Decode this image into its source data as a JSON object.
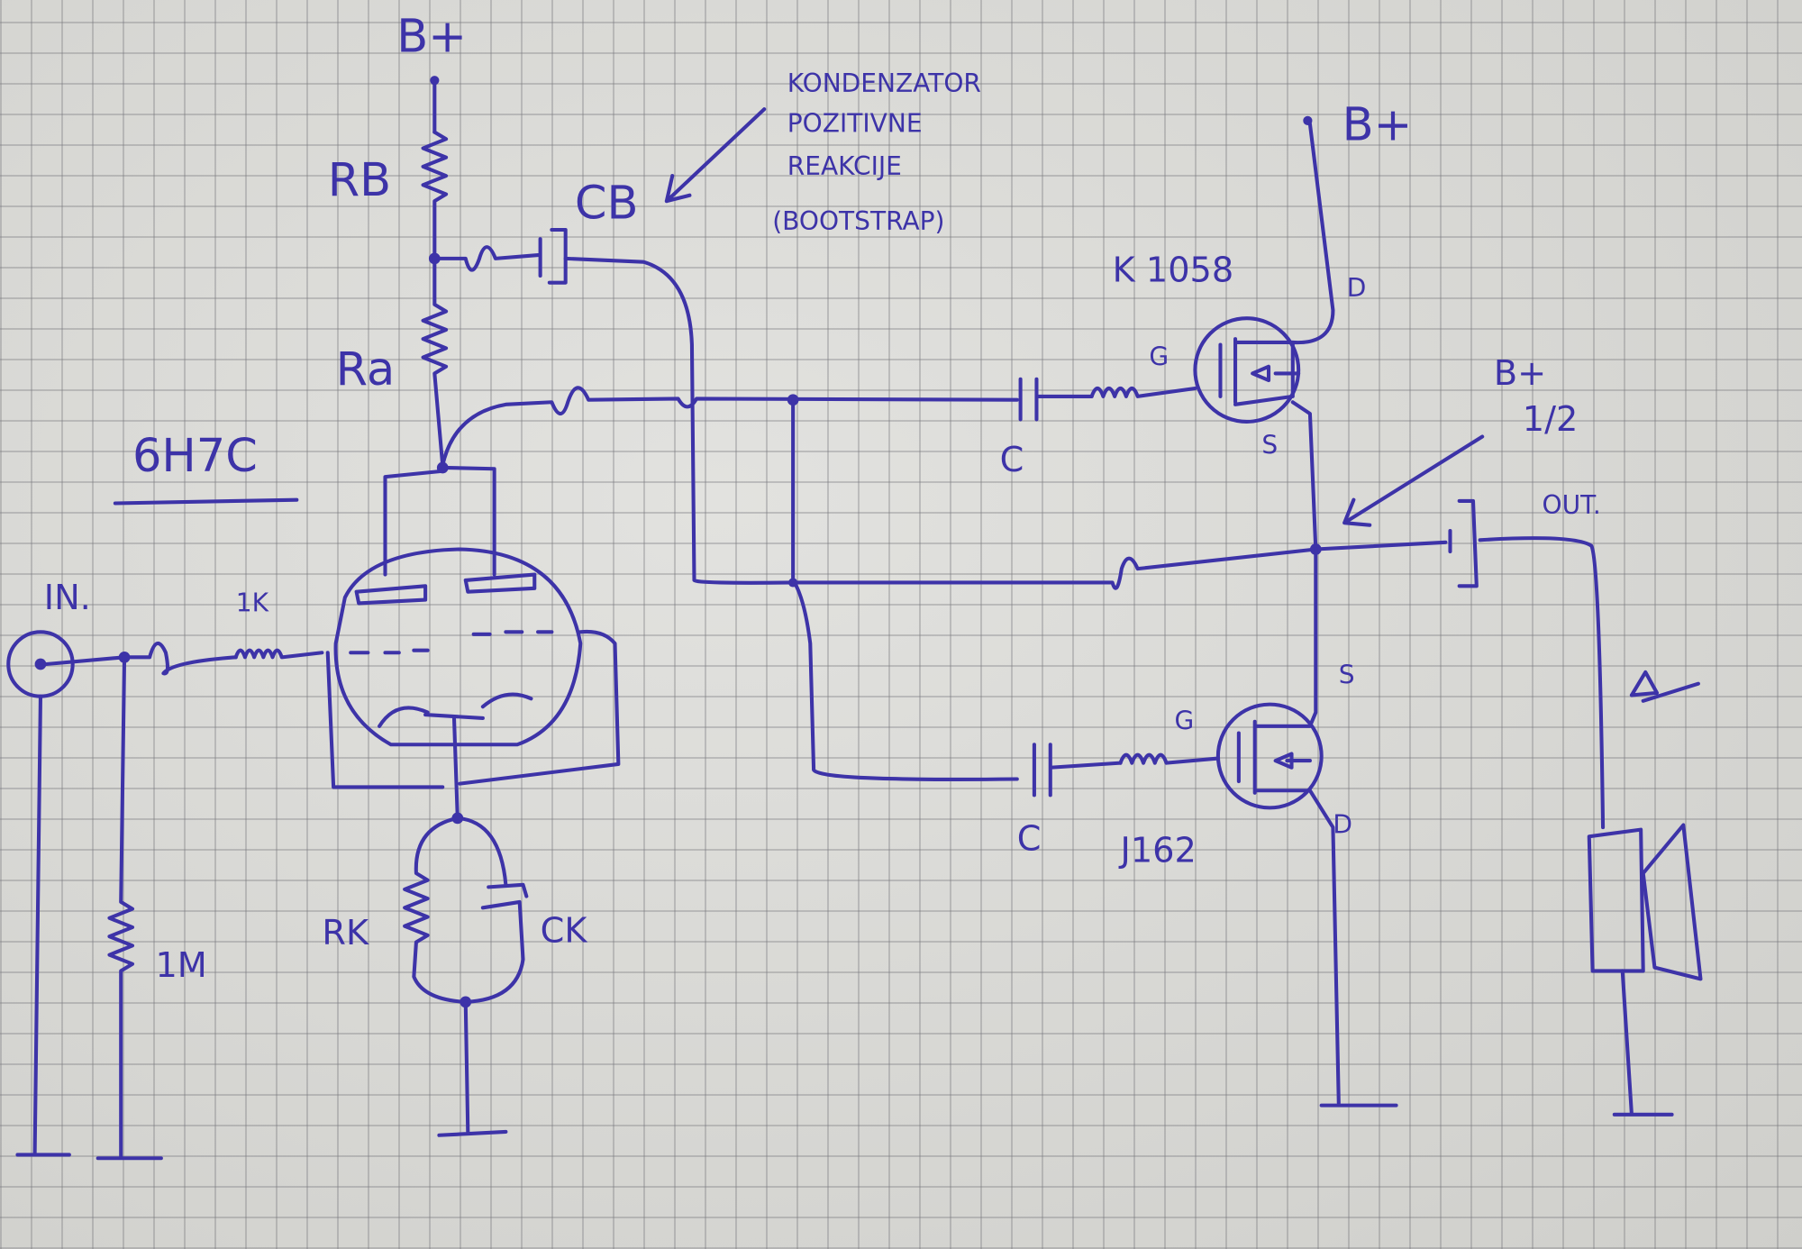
{
  "ink_color": "#3d33a8",
  "paper_color": "#d9d9d5",
  "labels": {
    "bplus_top": "B+",
    "rb": "RB",
    "cb": "CB",
    "ra": "Ra",
    "tube": "6H7C",
    "input": "IN.",
    "r_1k": "1K",
    "r_1m": "1M",
    "rk": "RK",
    "ck": "CK",
    "annotation_lines": [
      "KONDENZATOR",
      "POZITIVNE",
      "REAKCIJE",
      "(BOOTSTRAP)"
    ],
    "bplus_right": "B+",
    "mosfet_top": "K 1058",
    "drain_top": "D",
    "gate_top": "G",
    "source_top": "S",
    "cap_top": "C",
    "half_bplus_1": "B+",
    "half_bplus_2": "1/2",
    "out": "OUT.",
    "source_bottom": "S",
    "gate_bottom": "G",
    "cap_bottom": "C",
    "mosfet_bottom": "J162",
    "drain_bottom": "D"
  }
}
